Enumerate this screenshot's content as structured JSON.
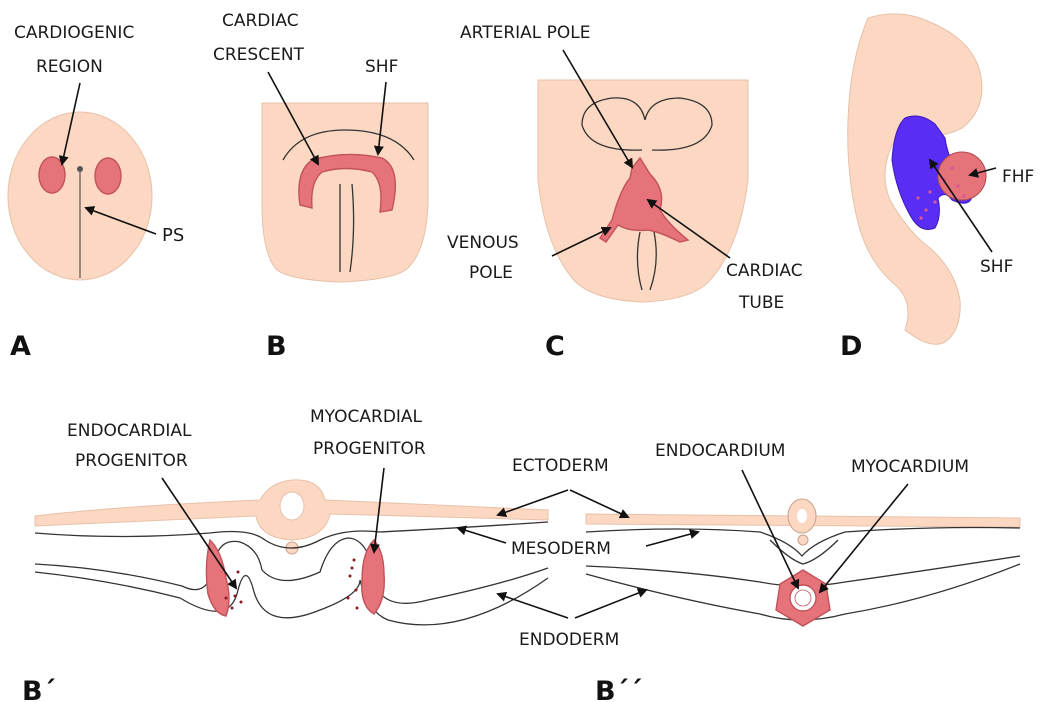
{
  "panels": {
    "A": {
      "letter": "A",
      "labels": {
        "cardiogenic_1": "CARDIOGENIC",
        "cardiogenic_2": "REGION",
        "ps": "PS"
      }
    },
    "B": {
      "letter": "B",
      "labels": {
        "crescent_1": "CARDIAC",
        "crescent_2": "CRESCENT",
        "shf": "SHF"
      }
    },
    "C": {
      "letter": "C",
      "labels": {
        "arterial": "ARTERIAL POLE",
        "venous_1": "VENOUS",
        "venous_2": "POLE",
        "tube_1": "CARDIAC",
        "tube_2": "TUBE"
      }
    },
    "D": {
      "letter": "D",
      "labels": {
        "fhf": "FHF",
        "shf": "SHF"
      }
    },
    "B_prime": {
      "letter": "B´",
      "labels": {
        "endo_prog_1": "ENDOCARDIAL",
        "endo_prog_2": "PROGENITOR",
        "myo_prog_1": "MYOCARDIAL",
        "myo_prog_2": "PROGENITOR"
      }
    },
    "B_double_prime": {
      "letter": "B´´",
      "labels": {
        "endocardium": "ENDOCARDIUM",
        "myocardium": "MYOCARDIUM"
      }
    },
    "shared_labels": {
      "ectoderm": "ECTODERM",
      "mesoderm": "MESODERM",
      "endoderm": "ENDODERM"
    }
  },
  "colors": {
    "tissue": "#fcd8c2",
    "heart_field": "#e57379",
    "second_heart_field": "#5a2df5",
    "arrow": "#111111"
  }
}
